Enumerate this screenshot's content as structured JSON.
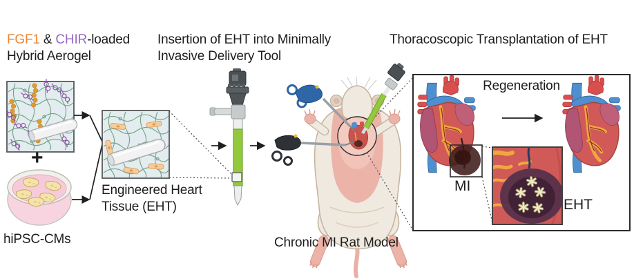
{
  "figure": {
    "step1": {
      "fgf1": "FGF1",
      "amp": " & ",
      "chir": "CHIR",
      "loaded_suffix": "-loaded",
      "title_line2": "Hybrid Aerogel",
      "plus_sign": "+",
      "dish_label": "hiPSC-CMs",
      "eht_label_line1": "Engineered Heart",
      "eht_label_line2": "Tissue (EHT)"
    },
    "step2": {
      "title_line1": "Insertion of EHT into Minimally",
      "title_line2": "Invasive Delivery Tool"
    },
    "step3": {
      "title": "Thoracoscopic Transplantation of EHT",
      "rat_label": "Chronic MI Rat Model",
      "regeneration_label": "Regeneration",
      "mi_label": "MI",
      "eht_label": "EHT"
    },
    "colors": {
      "fgf1_text": "#EE8532",
      "chir_text": "#9668C6",
      "body_text": "#1D1D1D",
      "tool_green": "#94C83D",
      "mesh_green": "#67997A",
      "fgf1_bead_orange": "#E09A2F",
      "chir_purple": "#8E4FA8",
      "heart_red": "#D15A58",
      "vessel_blue": "#4E8FD0",
      "infarct_dark": "#3F1E1B",
      "petri_pink": "#F6CBD9",
      "rat_cream": "#EFE9DF",
      "rat_pink": "#ECB3A8"
    },
    "illustrations": {
      "aerogel_icon": "hybrid-aerogel-scaffold",
      "petri_icon": "petri-dish-with-colonies",
      "eht_icon": "engineered-heart-tissue",
      "tool_icon": "minimally-invasive-delivery-tool",
      "rat_icon": "supine-rat-thoracoscopy",
      "heart_mi_icon": "heart-with-mi",
      "heart_healthy_icon": "regenerated-heart",
      "inset_icon": "eht-patch-on-infarct"
    }
  }
}
